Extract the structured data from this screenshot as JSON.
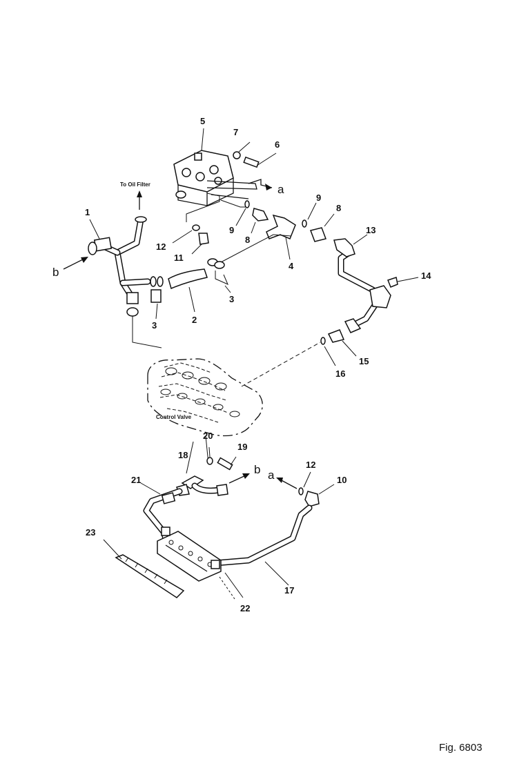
{
  "figure_label": "Fig. 6803",
  "notes": {
    "to_oil_filter": "To Oil Filter",
    "control_valve": "Control Valve"
  },
  "connection_letters": {
    "a_top": "a",
    "b_left": "b",
    "b_bottom": "b",
    "a_bottom": "a"
  },
  "callouts": {
    "c1": "1",
    "c2": "2",
    "c3a": "3",
    "c3b": "3",
    "c4": "4",
    "c5": "5",
    "c6": "6",
    "c7": "7",
    "c8a": "8",
    "c8b": "8",
    "c9a": "9",
    "c9b": "9",
    "c10": "10",
    "c11": "11",
    "c12a": "12",
    "c12b": "12",
    "c13": "13",
    "c14": "14",
    "c15": "15",
    "c16": "16",
    "c17": "17",
    "c18": "18",
    "c19": "19",
    "c20": "20",
    "c21": "21",
    "c22": "22",
    "c23": "23"
  }
}
